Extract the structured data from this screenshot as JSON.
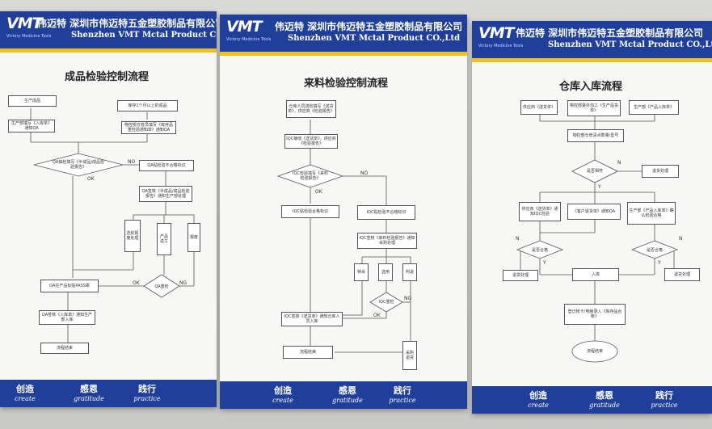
{
  "boards": [
    {
      "logo": "VMT",
      "logo_sub": "Victory Medicine Tools",
      "header_cn": "伟迈特 深圳市伟迈特五金塑胶制品有限公司",
      "header_en": "Shenzhen VMT Mctal Product CO.,Ltd",
      "title": "成品检验控制流程",
      "nodes": [
        "生产成品",
        "库存1个月以上的成品",
        "生产部填写《入库单》通知QA",
        "物控部仓管员填写《库存品重检验通知单》通知QA",
        "QA抽检填写《半成品/成品检验报告》",
        "QA贴检验不合格标识",
        "QA签核《半成品/成品检验报告》通知生产部处理",
        "选别报废处理",
        "产品返工",
        "报废",
        "QA在产品标贴PASS章",
        "QA重检",
        "QA签核《入库单》通知生产部入库",
        "流程结束"
      ],
      "labels": [
        "OK",
        "NO",
        "OK",
        "NG"
      ],
      "footer": [
        {
          "cn": "创造",
          "en": "create"
        },
        {
          "cn": "感恩",
          "en": "gratitude"
        },
        {
          "cn": "践行",
          "en": "practice"
        }
      ]
    },
    {
      "logo": "VMT",
      "logo_sub": "Victory Medicine Tools",
      "header_cn": "伟迈特 深圳市伟迈特五金塑胶制品有限公司",
      "header_en": "Shenzhen VMT Mctal Product CO.,Ltd",
      "title": "来料检验控制流程",
      "nodes": [
        "仓库人员送检填写《送货单》，供应商《检验报告》",
        "IQC接收《送货单》，供应商《检验报告》",
        "IQC检验填写《来料检验报告》",
        "IQC贴检验合格标识",
        "IQC贴检验不合格标识",
        "IQC签核《来料检验报告》通知采购处理",
        "特采",
        "选用",
        "判退",
        "IQC重检",
        "IQC签核《送货单》通知仓库人员入库",
        "采购退货",
        "流程结束"
      ],
      "labels": [
        "OK",
        "NO",
        "OK",
        "NG"
      ],
      "footer": [
        {
          "cn": "创造",
          "en": "create"
        },
        {
          "cn": "感恩",
          "en": "gratitude"
        },
        {
          "cn": "践行",
          "en": "practice"
        }
      ]
    },
    {
      "logo": "VMT",
      "logo_sub": "Victory Medicine Tools",
      "header_cn": "伟迈特 深圳市伟迈特五金塑胶制品有限公司",
      "header_en": "Shenzhen VMT Mctal Product CO.,Ltd",
      "title": "仓库入库流程",
      "nodes": [
        "供应商《送货单》",
        "物控部委外加工《生产品货单》",
        "生产部《产品入库单》",
        "物控部仓管清点数量/型号",
        "是否相符",
        "退货处理",
        "供应商《送货单》通知IQC检验",
        "《客户退货单》通知QA",
        "生产部《产品入库单》确认检验合格",
        "是否合格",
        "是否合格",
        "退货处理",
        "入库",
        "退货处理",
        "登记帐卡/电脑录入《库存品台帐》",
        "流程结束"
      ],
      "labels": [
        "Y",
        "N",
        "N",
        "Y",
        "Y",
        "N"
      ],
      "footer": [
        {
          "cn": "创造",
          "en": "create"
        },
        {
          "cn": "感恩",
          "en": "gratitude"
        },
        {
          "cn": "践行",
          "en": "practice"
        }
      ]
    }
  ]
}
